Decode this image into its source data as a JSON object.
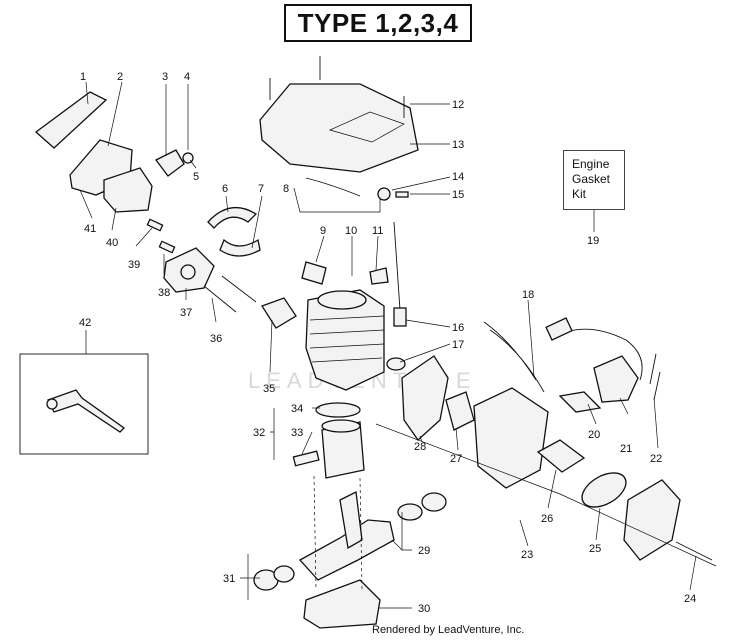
{
  "title": "TYPE 1,2,3,4",
  "kit_box": {
    "line1": "Engine",
    "line2": "Gasket",
    "line3": "Kit"
  },
  "watermark": "LEADVENTURE",
  "credit": "Rendered by LeadVenture, Inc.",
  "callouts": {
    "c1": "1",
    "c2": "2",
    "c3": "3",
    "c4": "4",
    "c5": "5",
    "c6": "6",
    "c7": "7",
    "c8": "8",
    "c9": "9",
    "c10": "10",
    "c11": "11",
    "c12": "12",
    "c13": "13",
    "c14": "14",
    "c15": "15",
    "c16": "16",
    "c17": "17",
    "c18": "18",
    "c19": "19",
    "c20": "20",
    "c21": "21",
    "c22": "22",
    "c23": "23",
    "c24": "24",
    "c25": "25",
    "c26": "26",
    "c27": "27",
    "c28": "28",
    "c29": "29",
    "c30": "30",
    "c31": "31",
    "c32": "32",
    "c33": "33",
    "c34": "34",
    "c35": "35",
    "c36": "36",
    "c37": "37",
    "c38": "38",
    "c39": "39",
    "c40": "40",
    "c41": "41",
    "c42": "42"
  }
}
